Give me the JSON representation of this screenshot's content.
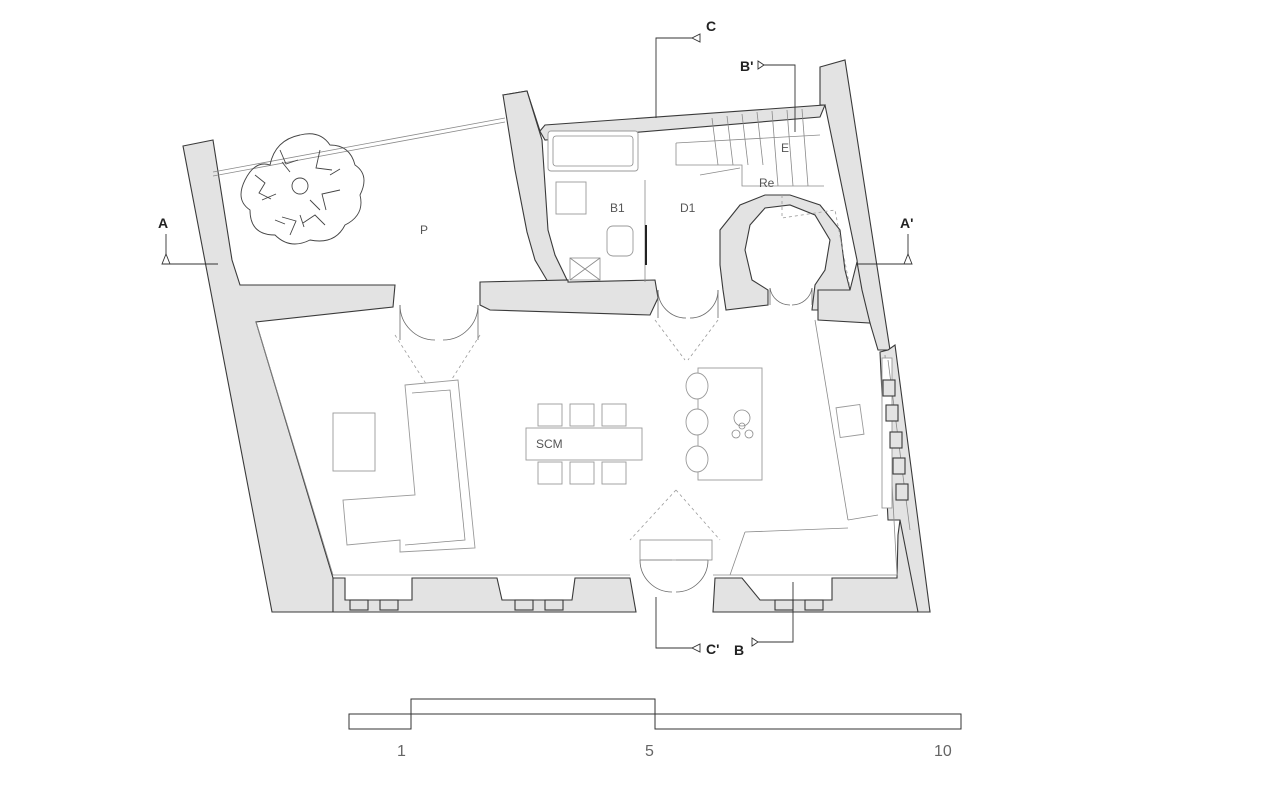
{
  "rooms": {
    "patio": "P",
    "bathroom": "B1",
    "bedroom": "D1",
    "stairs": "E",
    "storage": "Re",
    "living": "SCM"
  },
  "sections": {
    "a": "A",
    "a_prime": "A'",
    "b": "B",
    "b_prime": "B'",
    "c": "C",
    "c_prime": "C'"
  },
  "scale": {
    "labels": [
      "1",
      "5",
      "10"
    ]
  }
}
